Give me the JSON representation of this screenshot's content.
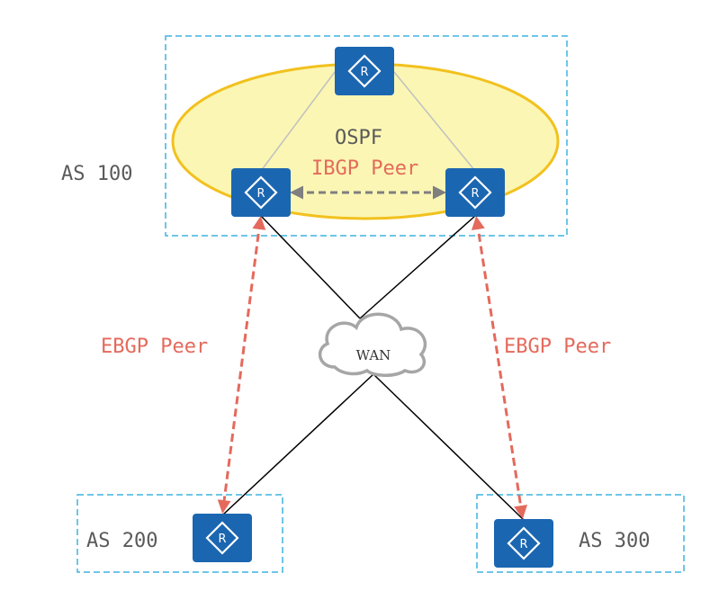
{
  "labels": {
    "as100": "AS 100",
    "as200": "AS 200",
    "as300": "AS 300",
    "ospf": "OSPF",
    "ibgp": "IBGP Peer",
    "ebgp_left": "EBGP Peer",
    "ebgp_right": "EBGP Peer",
    "wan": "WAN"
  },
  "router_letter": "R",
  "colors": {
    "router_fill": "#1b66b1",
    "as_border": "#3fb3e0",
    "ospf_fill": "#fbf6b4",
    "ospf_stroke": "#f2c11e",
    "peer_line": "#e46a5c",
    "ibgp_line": "#7f7f7f",
    "link_line": "#000000",
    "ospf_link": "#c0c0c0",
    "cloud_stroke": "#a6a6a6"
  }
}
